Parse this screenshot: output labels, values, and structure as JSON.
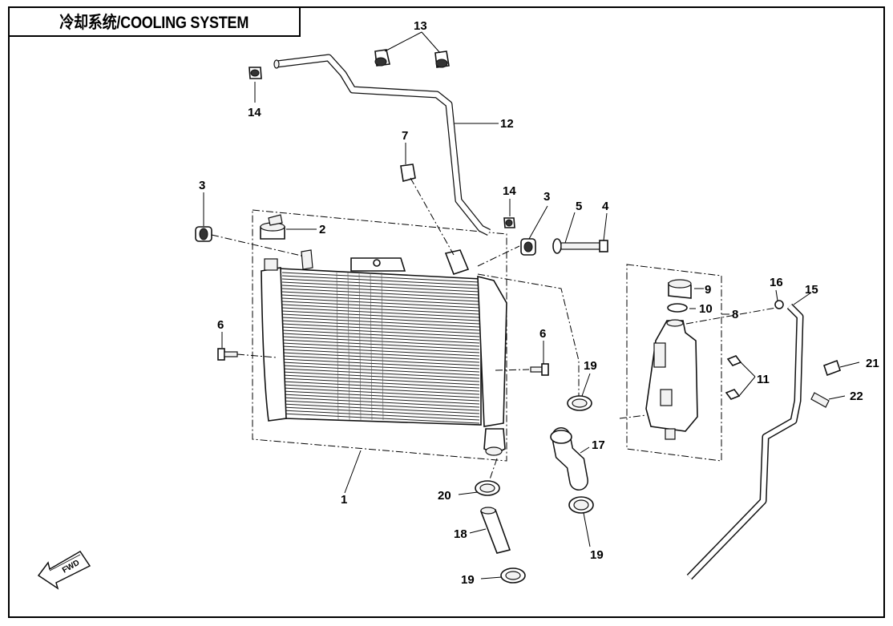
{
  "title": "冷却系统/COOLING SYSTEM",
  "fwd_label": "FWD",
  "callouts": [
    {
      "id": "c1",
      "text": "1"
    },
    {
      "id": "c2",
      "text": "2"
    },
    {
      "id": "c3a",
      "text": "3"
    },
    {
      "id": "c3b",
      "text": "3"
    },
    {
      "id": "c4",
      "text": "4"
    },
    {
      "id": "c5",
      "text": "5"
    },
    {
      "id": "c6a",
      "text": "6"
    },
    {
      "id": "c6b",
      "text": "6"
    },
    {
      "id": "c7",
      "text": "7"
    },
    {
      "id": "c8",
      "text": "8"
    },
    {
      "id": "c9",
      "text": "9"
    },
    {
      "id": "c10",
      "text": "10"
    },
    {
      "id": "c11",
      "text": "11"
    },
    {
      "id": "c12",
      "text": "12"
    },
    {
      "id": "c13",
      "text": "13"
    },
    {
      "id": "c14a",
      "text": "14"
    },
    {
      "id": "c14b",
      "text": "14"
    },
    {
      "id": "c15",
      "text": "15"
    },
    {
      "id": "c16",
      "text": "16"
    },
    {
      "id": "c17",
      "text": "17"
    },
    {
      "id": "c18",
      "text": "18"
    },
    {
      "id": "c19a",
      "text": "19"
    },
    {
      "id": "c19b",
      "text": "19"
    },
    {
      "id": "c19c",
      "text": "19"
    },
    {
      "id": "c20",
      "text": "20"
    },
    {
      "id": "c21",
      "text": "21"
    },
    {
      "id": "c22",
      "text": "22"
    }
  ]
}
